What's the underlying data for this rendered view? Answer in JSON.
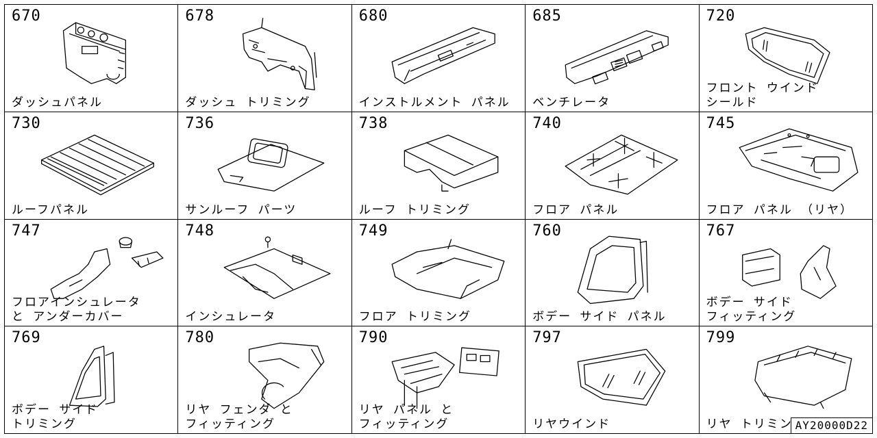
{
  "parts": [
    {
      "code": "670",
      "label": "ダッシュパネル",
      "icon": "dash-panel-icon"
    },
    {
      "code": "678",
      "label": "ダッシュ トリミング",
      "icon": "dash-trimming-icon"
    },
    {
      "code": "680",
      "label": "インストルメント パネル",
      "icon": "instrument-panel-icon"
    },
    {
      "code": "685",
      "label": "ベンチレータ",
      "icon": "ventilator-icon"
    },
    {
      "code": "720",
      "label": "フロント ウインド\nシールド",
      "icon": "windshield-icon"
    },
    {
      "code": "730",
      "label": "ルーフパネル",
      "icon": "roof-panel-icon"
    },
    {
      "code": "736",
      "label": "サンルーフ パーツ",
      "icon": "sunroof-icon"
    },
    {
      "code": "738",
      "label": "ルーフ トリミング",
      "icon": "roof-trimming-icon"
    },
    {
      "code": "740",
      "label": "フロア パネル",
      "icon": "floor-panel-icon"
    },
    {
      "code": "745",
      "label": "フロア パネル （リヤ）",
      "icon": "rear-floor-panel-icon"
    },
    {
      "code": "747",
      "label": "フロアインシュレータ\nと アンダーカバー",
      "icon": "floor-insulator-icon"
    },
    {
      "code": "748",
      "label": "インシュレータ",
      "icon": "insulator-icon"
    },
    {
      "code": "749",
      "label": "フロア トリミング",
      "icon": "floor-trimming-icon"
    },
    {
      "code": "760",
      "label": "ボデー サイド パネル",
      "icon": "body-side-panel-icon"
    },
    {
      "code": "767",
      "label": "ボデー サイド\nフィッティング",
      "icon": "body-side-fitting-icon"
    },
    {
      "code": "769",
      "label": "ボデー サイド\nトリミング",
      "icon": "body-side-trimming-icon"
    },
    {
      "code": "780",
      "label": "リヤ フェンダ と\nフィッティング",
      "icon": "rear-fender-icon"
    },
    {
      "code": "790",
      "label": "リヤ パネル と\nフィッティング",
      "icon": "rear-panel-icon"
    },
    {
      "code": "797",
      "label": "リヤウインド",
      "icon": "rear-window-icon"
    },
    {
      "code": "799",
      "label": "リヤ トリミング",
      "icon": "rear-trimming-icon"
    }
  ],
  "reference": "AY20000D22"
}
